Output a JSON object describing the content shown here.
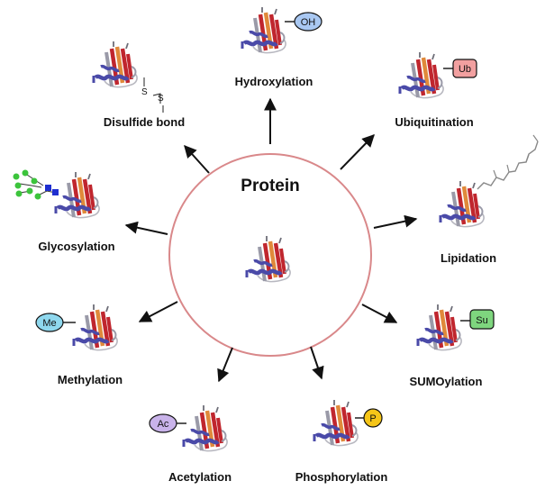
{
  "center": {
    "title": "Protein",
    "circle_stroke": "#d9888a"
  },
  "colors": {
    "helix": "#4a4aa8",
    "strand_red": "#c0262e",
    "strand_orange": "#e0893a",
    "strand_gray": "#9a9aa8",
    "arrow": "#111111",
    "glycan_green": "#3cc43c",
    "glycan_blue": "#1f2fd0"
  },
  "modifications": [
    {
      "key": "hydroxylation",
      "label": "Hydroxylation",
      "tag": "OH",
      "tag_color": "#a9c8f2"
    },
    {
      "key": "ubiquitination",
      "label": "Ubiquitination",
      "tag": "Ub",
      "tag_color": "#f2a0a0"
    },
    {
      "key": "lipidation",
      "label": "Lipidation",
      "tag": "",
      "tag_color": ""
    },
    {
      "key": "sumoylation",
      "label": "SUMOylation",
      "tag": "Su",
      "tag_color": "#7ed67e"
    },
    {
      "key": "phosphorylation",
      "label": "Phosphorylation",
      "tag": "P",
      "tag_color": "#f5c518"
    },
    {
      "key": "acetylation",
      "label": "Acetylation",
      "tag": "Ac",
      "tag_color": "#c9b3ea"
    },
    {
      "key": "methylation",
      "label": "Methylation",
      "tag": "Me",
      "tag_color": "#8fd8ee"
    },
    {
      "key": "glycosylation",
      "label": "Glycosylation",
      "tag": "",
      "tag_color": ""
    },
    {
      "key": "disulfide",
      "label": "Disulfide bond",
      "tag": "S",
      "tag_color": ""
    }
  ]
}
